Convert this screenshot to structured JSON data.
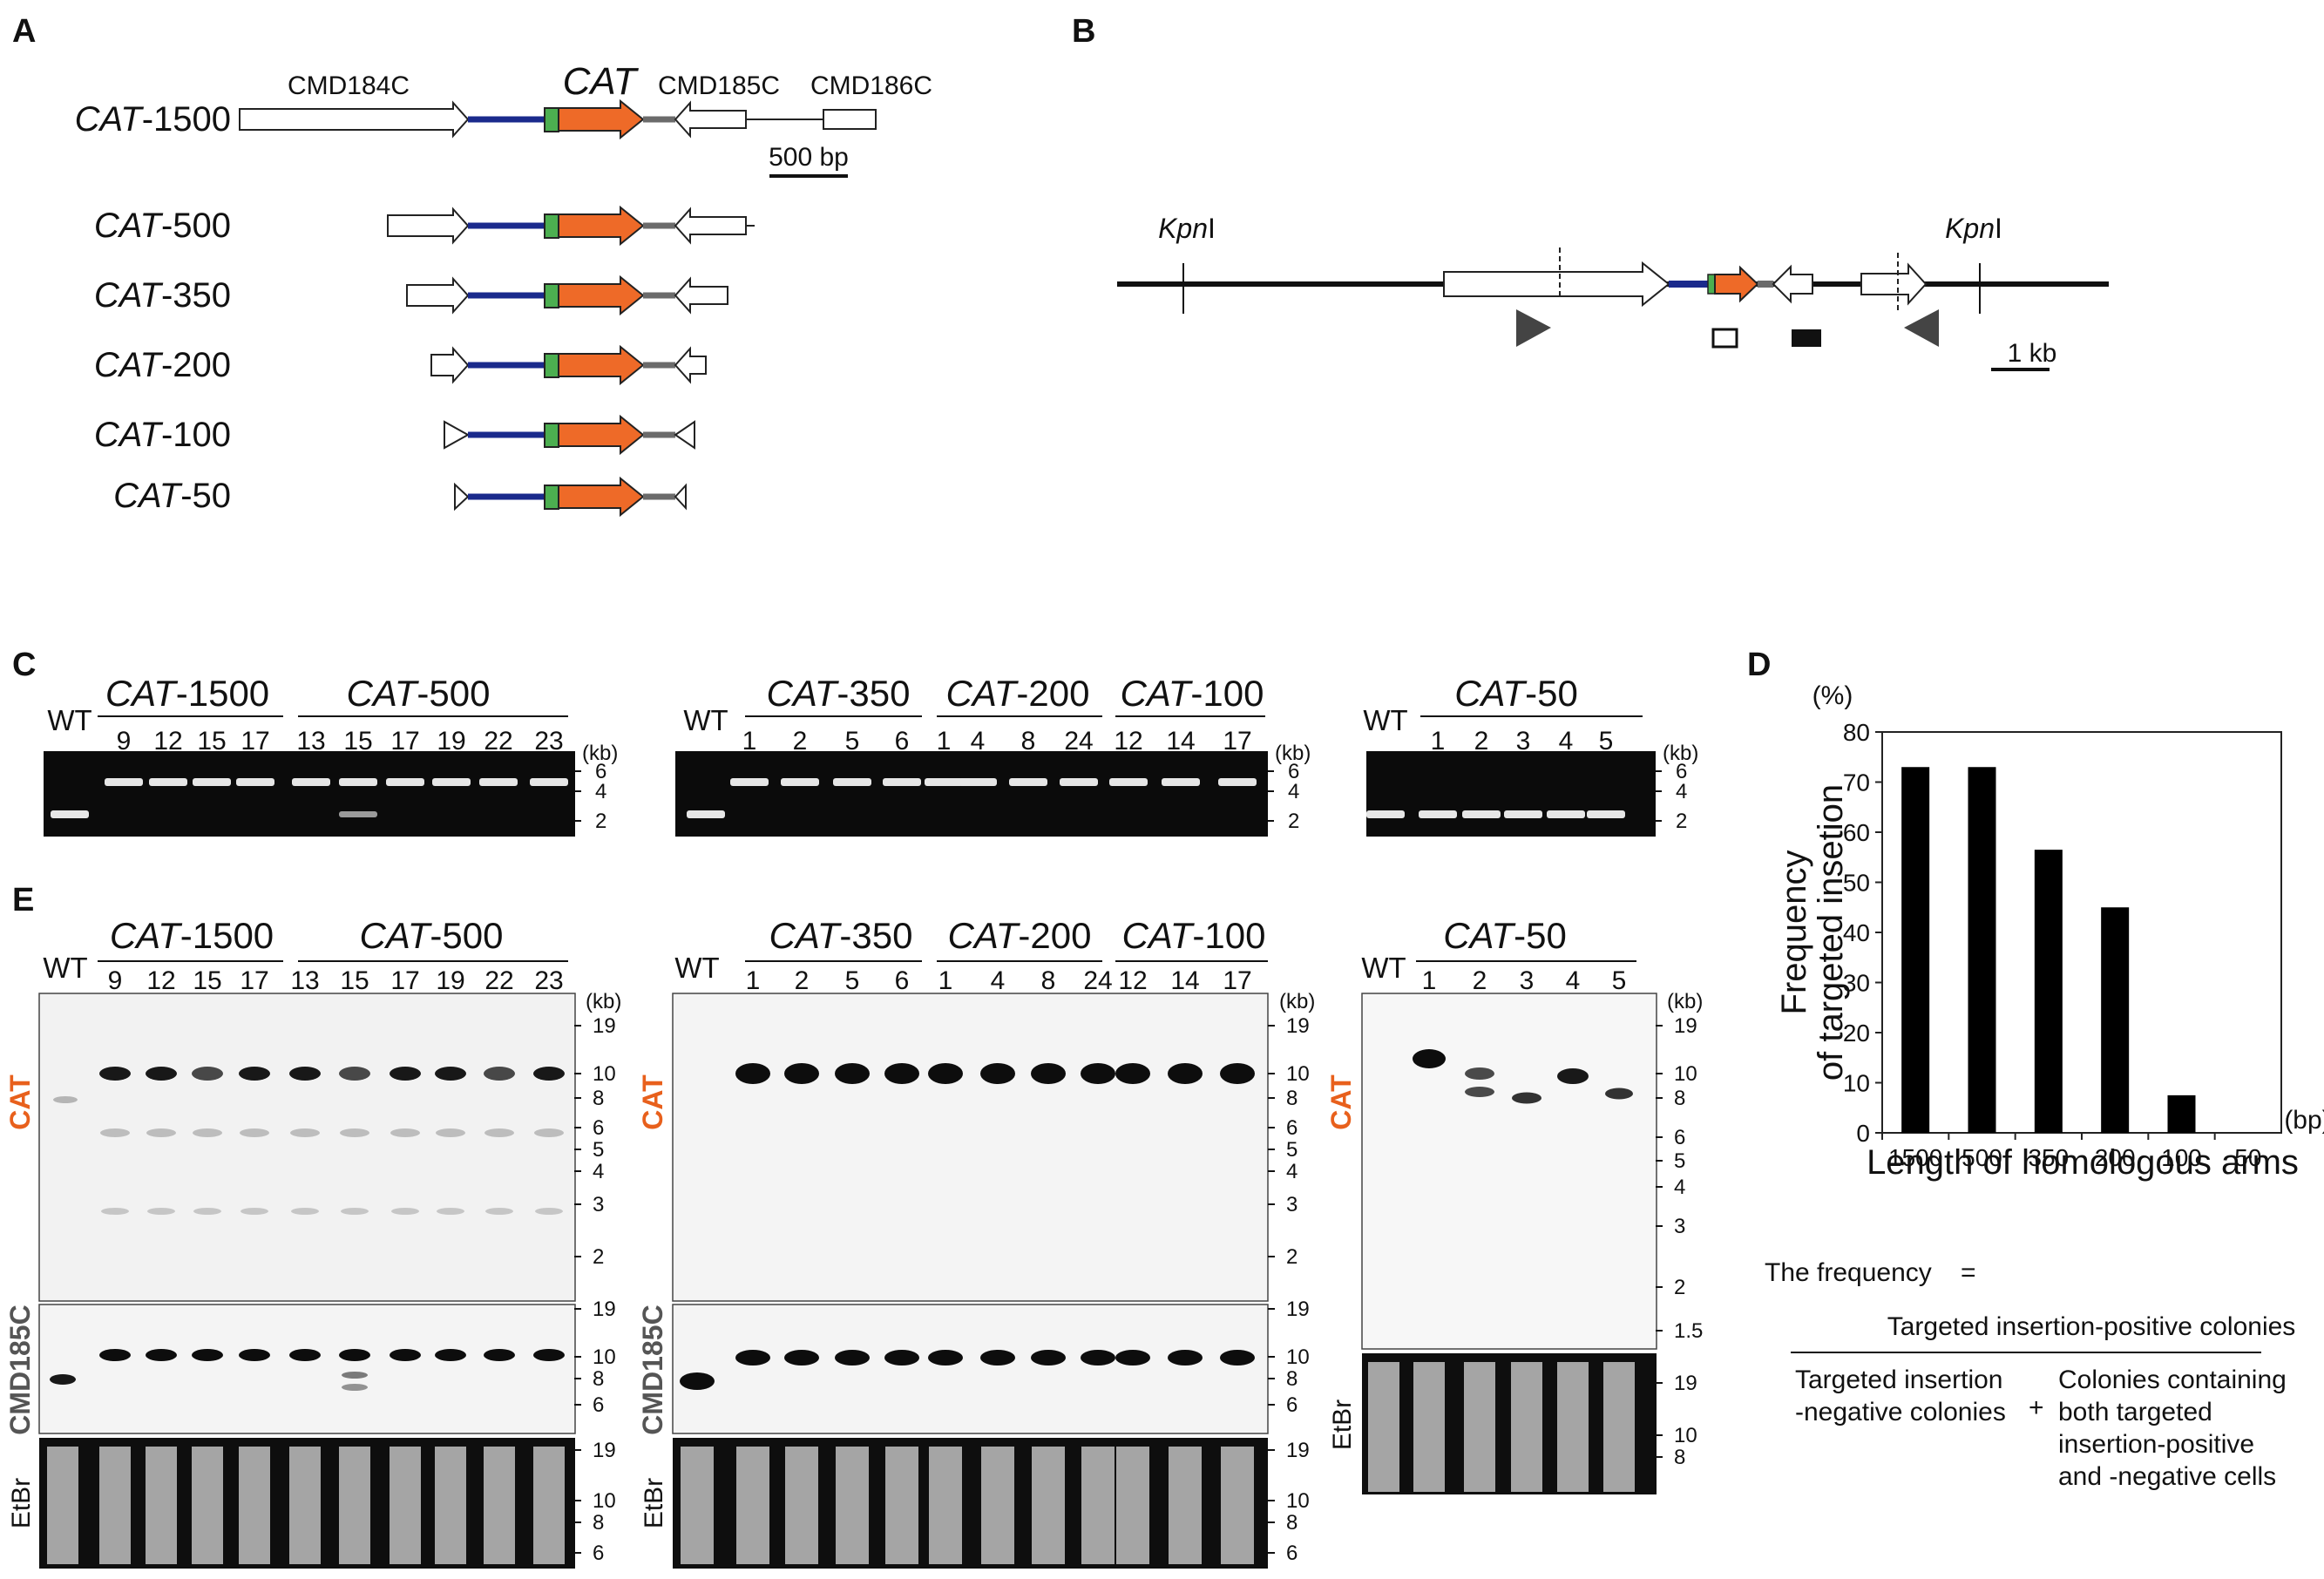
{
  "panels": {
    "A": "A",
    "B": "B",
    "C": "C",
    "D": "D",
    "E": "E"
  },
  "panelA": {
    "genes": {
      "cmd184c": "CMD184C",
      "cat": "CAT",
      "cmd185c": "CMD185C",
      "cmd186c": "CMD186C"
    },
    "scale": "500 bp",
    "constructs": [
      {
        "prefix": "CAT",
        "suffix": "-1500"
      },
      {
        "prefix": "CAT",
        "suffix": "-500"
      },
      {
        "prefix": "CAT",
        "suffix": "-350"
      },
      {
        "prefix": "CAT",
        "suffix": "-200"
      },
      {
        "prefix": "CAT",
        "suffix": "-100"
      },
      {
        "prefix": "CAT",
        "suffix": "-50"
      }
    ]
  },
  "panelB": {
    "site_left": {
      "it": "Kpn",
      "rest": "I"
    },
    "site_right": {
      "it": "Kpn",
      "rest": "I"
    },
    "scale": "1 kb"
  },
  "gels": {
    "wt": "WT",
    "kb_unit": "(kb)",
    "groups": [
      {
        "prefix": "CAT",
        "suffix": "-1500",
        "lanes": [
          "9",
          "12",
          "15",
          "17"
        ]
      },
      {
        "prefix": "CAT",
        "suffix": "-500",
        "lanes": [
          "13",
          "15",
          "17",
          "19",
          "22",
          "23"
        ]
      },
      {
        "prefix": "CAT",
        "suffix": "-350",
        "lanes": [
          "1",
          "2",
          "5",
          "6"
        ]
      },
      {
        "prefix": "CAT",
        "suffix": "-200",
        "lanes": [
          "1",
          "4",
          "8",
          "24"
        ]
      },
      {
        "prefix": "CAT",
        "suffix": "-100",
        "lanes": [
          "12",
          "14",
          "17"
        ]
      },
      {
        "prefix": "CAT",
        "suffix": "-50",
        "lanes": [
          "1",
          "2",
          "3",
          "4",
          "5"
        ]
      }
    ],
    "pcr_markers": [
      "6",
      "4",
      "2"
    ],
    "southern_markers_12": [
      "19",
      "10",
      "8",
      "6",
      "5",
      "4",
      "3",
      "2"
    ],
    "southern_markers_3": [
      "19",
      "10",
      "8",
      "6",
      "5",
      "4",
      "3",
      "2",
      "1.5"
    ],
    "cmd_markers": [
      "19",
      "10",
      "8",
      "6"
    ],
    "etbr_markers_12": [
      "19",
      "10",
      "8",
      "6"
    ],
    "etbr_markers_3": [
      "19",
      "10",
      "8"
    ],
    "probe_cat": "CAT",
    "probe_cmd": "CMD185C",
    "etbr": "EtBr",
    "cat_color": "#e8601c",
    "cmd_color": "#555555"
  },
  "chart_data": {
    "type": "bar",
    "categories": [
      "1500",
      "500",
      "350",
      "200",
      "100",
      "50"
    ],
    "values": [
      73,
      73,
      56.5,
      45,
      7.5,
      0
    ],
    "ylim": [
      0,
      80
    ],
    "yticks": [
      "0",
      "10",
      "20",
      "30",
      "40",
      "50",
      "60",
      "70",
      "80"
    ],
    "ylabel_line1": "Frequency",
    "ylabel_line2": "of targeted insetion",
    "yunit": "(%)",
    "xunit": "(bp)",
    "xlabel": "Length of homologous arms",
    "bar_color": "#000000"
  },
  "formula": {
    "lhs": "The frequency",
    "eq": "=",
    "numerator": "Targeted insertion-positive colonies",
    "den1_l1": "Targeted insertion",
    "den1_l2": "-negative colonies",
    "plus": "+",
    "den2_l1": "Colonies containing",
    "den2_l2": "both targeted",
    "den2_l3": "insertion-positive",
    "den2_l4": "and -negative cells"
  }
}
